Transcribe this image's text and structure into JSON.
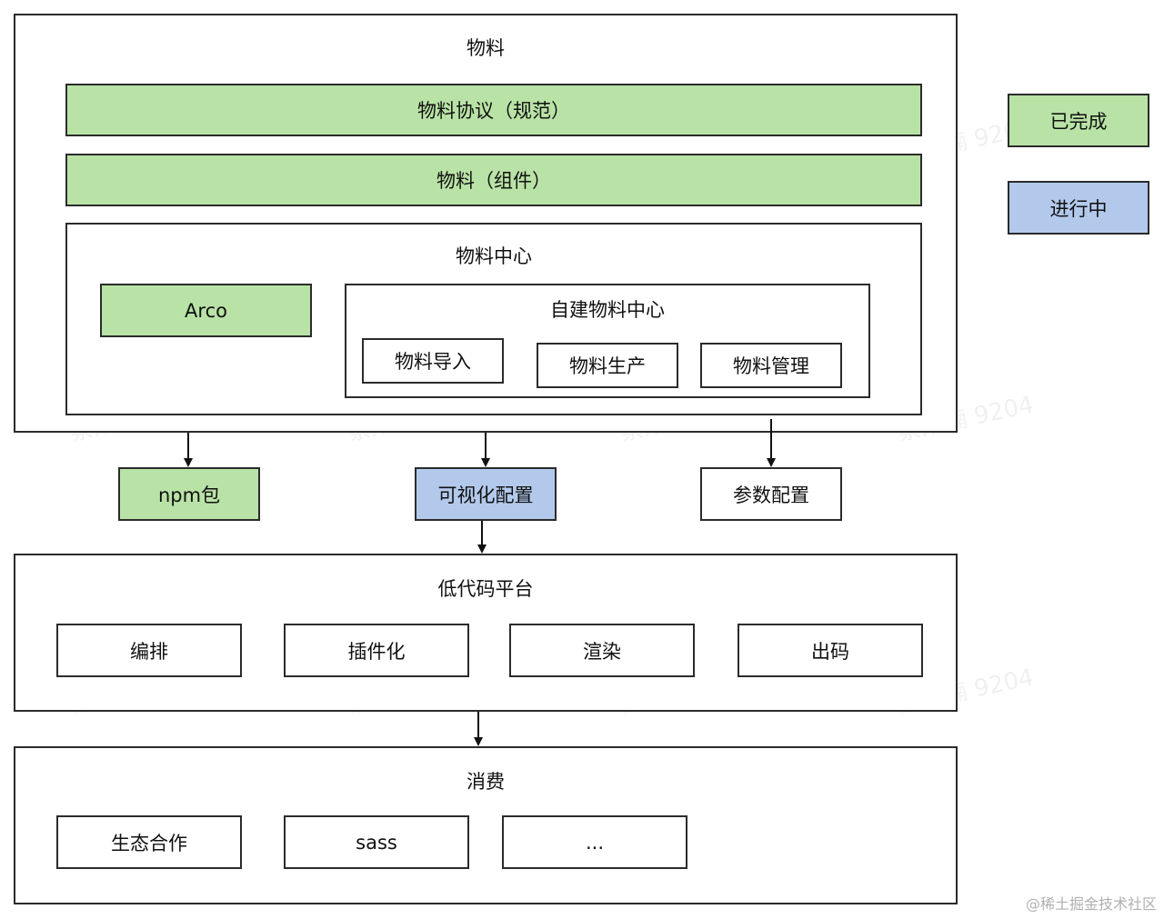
{
  "material": {
    "title": "物料",
    "protocol": "物料协议（规范）",
    "components": "物料（组件）",
    "center": {
      "title": "物料中心",
      "arco": "Arco",
      "self_built": {
        "title": "自建物料中心",
        "import": "物料导入",
        "produce": "物料生产",
        "manage": "物料管理"
      }
    }
  },
  "legend": {
    "done": "已完成",
    "in_progress": "进行中"
  },
  "outputs": {
    "npm": "npm包",
    "visual_config": "可视化配置",
    "param_config": "参数配置"
  },
  "lowcode": {
    "title": "低代码平台",
    "items": [
      "编排",
      "插件化",
      "渲染",
      "出码"
    ]
  },
  "consume": {
    "title": "消费",
    "items": [
      "生态合作",
      "sass",
      "..."
    ]
  },
  "watermark": "蔡成楠 9204",
  "footer": "@稀土掘金技术社区",
  "colors": {
    "done": "#b9e3a6",
    "in_progress": "#b3c9ec",
    "border": "#2b2b2b"
  }
}
